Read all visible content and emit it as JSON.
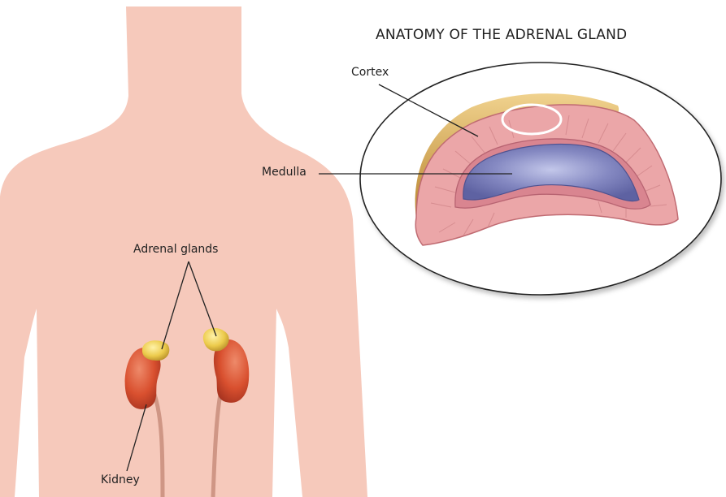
{
  "title": "ANATOMY OF THE ADRENAL GLAND",
  "labels": {
    "cortex": "Cortex",
    "medulla": "Medulla",
    "adrenal_glands": "Adrenal glands",
    "kidney": "Kidney"
  },
  "colors": {
    "skin": "#f6c9bb",
    "cortex_pink": "#eba6a8",
    "cortex_fat": "#d7a649",
    "medulla": "#7d82b9",
    "kidney": "#d9502f",
    "adrenal_yellow": "#f3d357"
  }
}
